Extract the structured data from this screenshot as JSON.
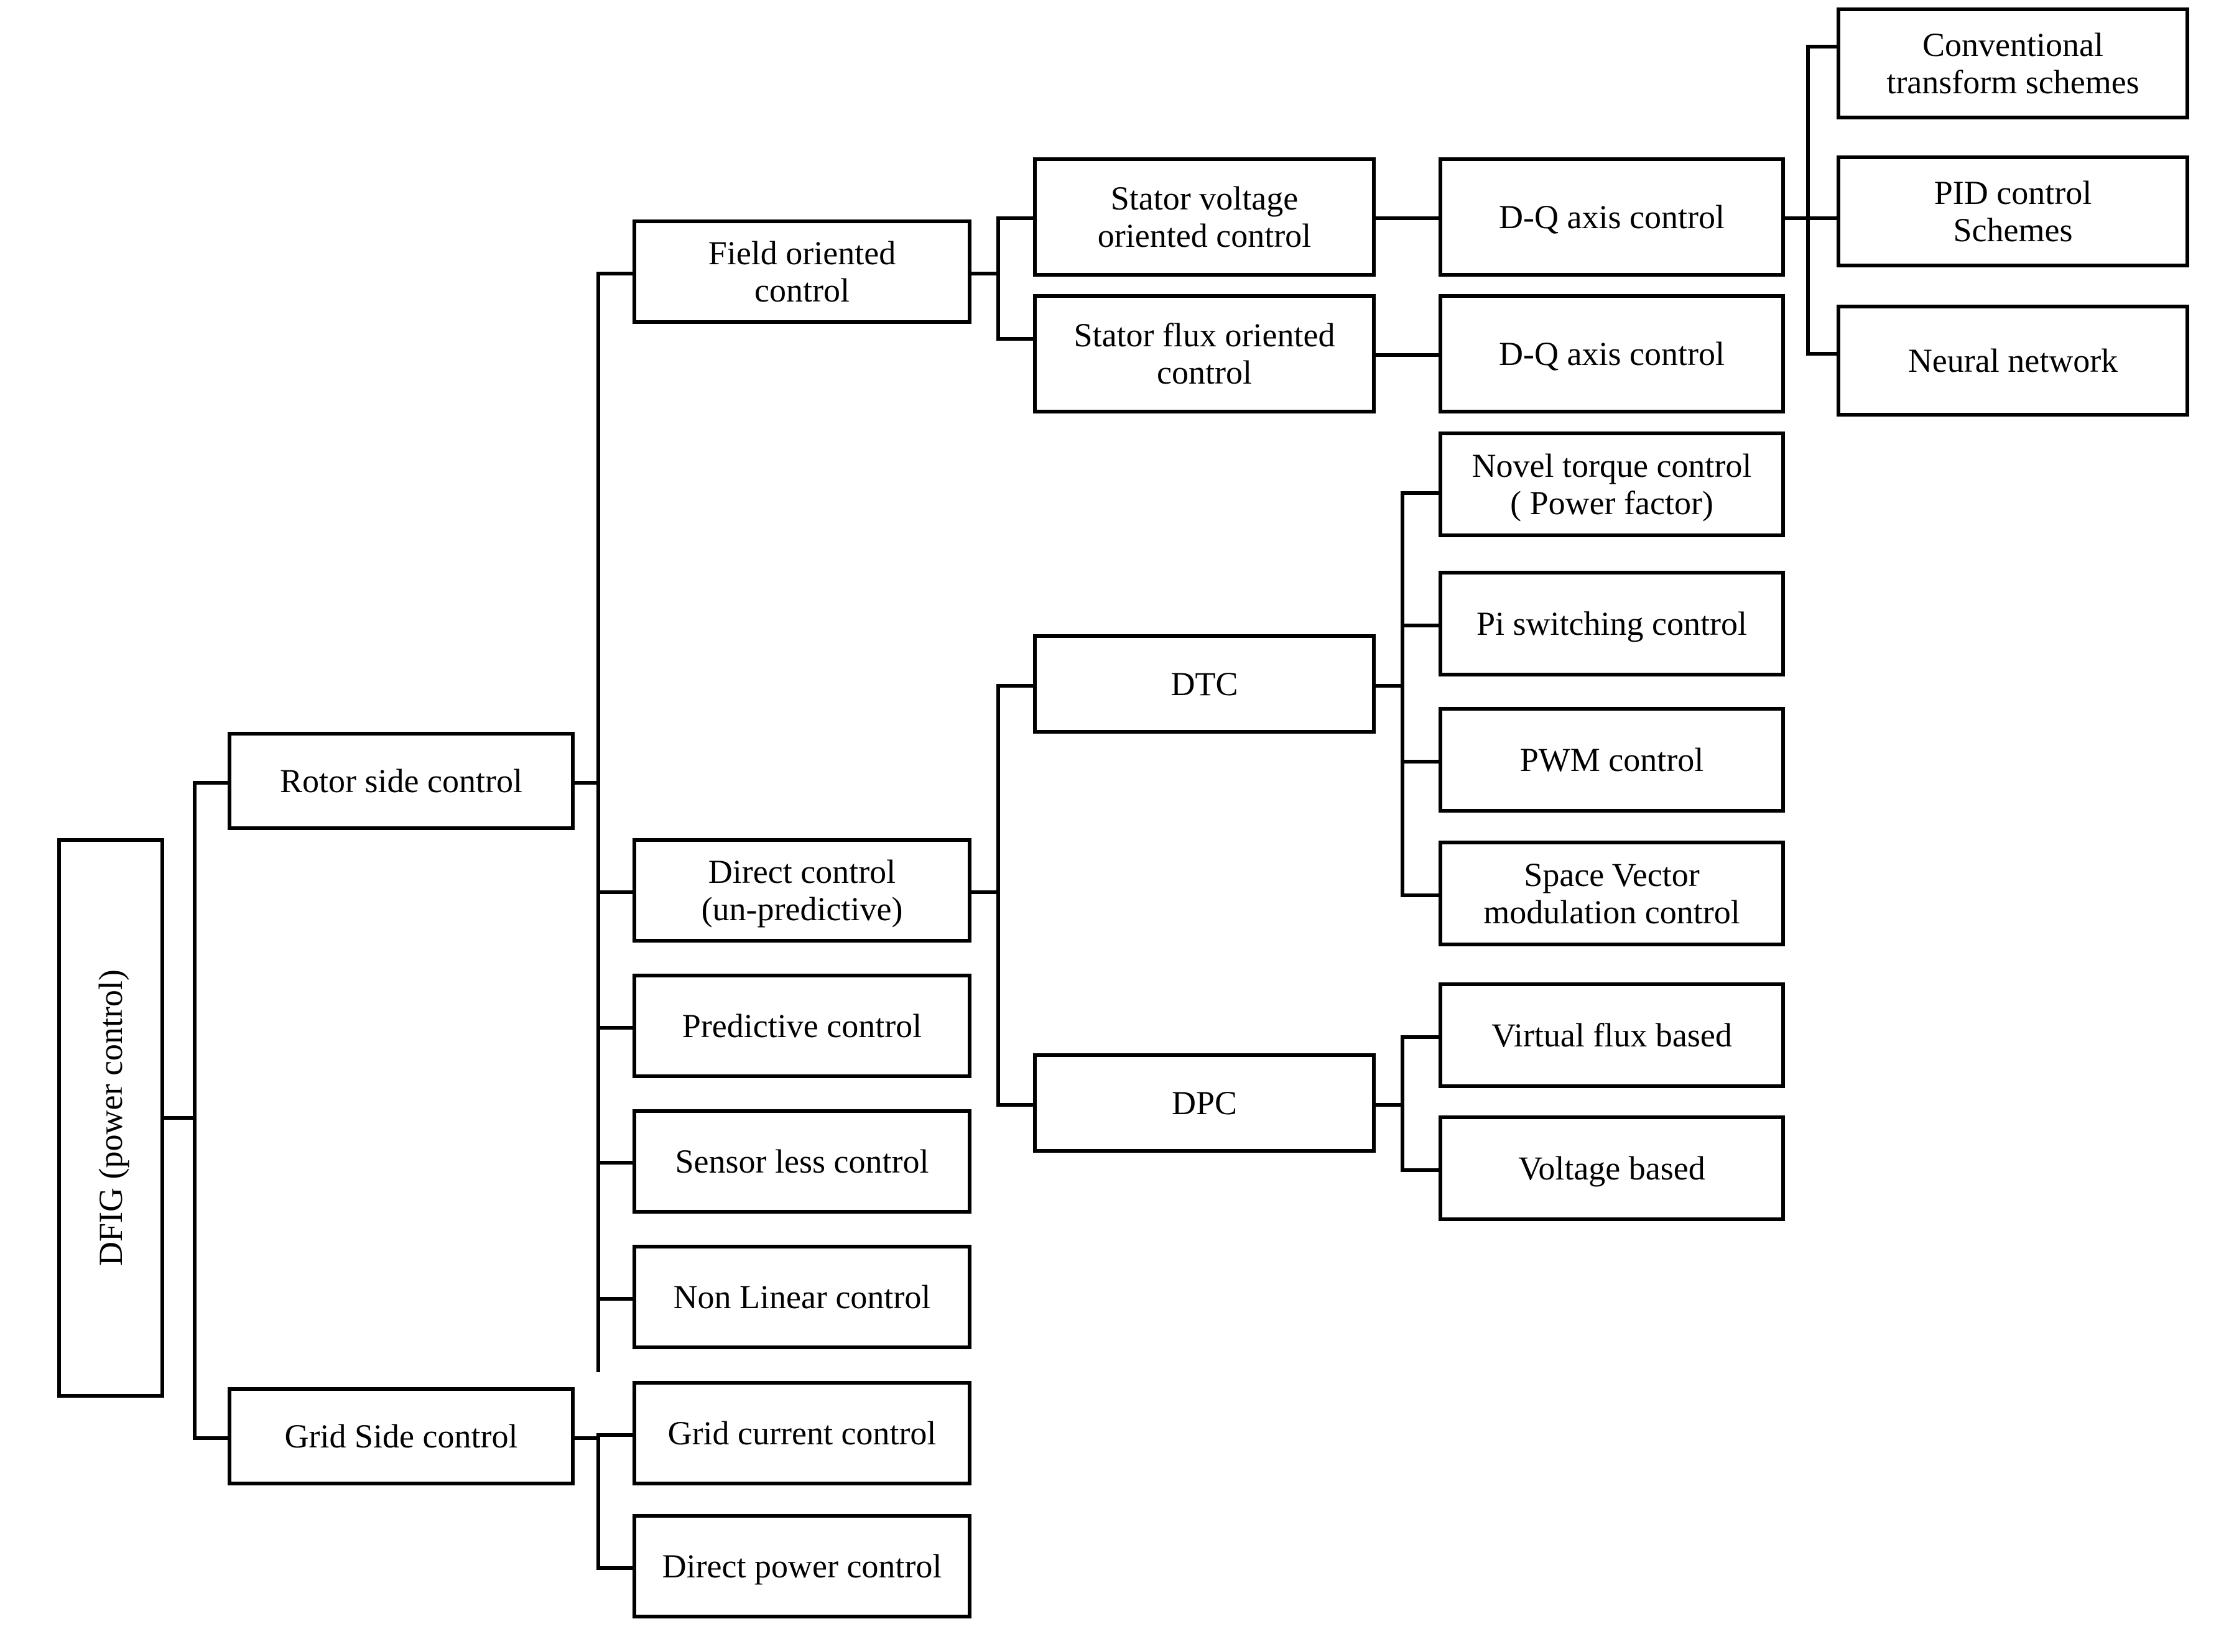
{
  "diagram": {
    "title": "DFIG (power control) classification tree",
    "orientation": "left-to-right horizontal tree",
    "line_color": "#000000",
    "box_fill": "#ffffff",
    "box_border_color": "#000000"
  },
  "nodes": {
    "root": "DFIG (power control)",
    "rotor_side": "Rotor side control",
    "grid_side": "Grid Side control",
    "field_oriented": "Field oriented\ncontrol",
    "direct_control": "Direct control\n(un-predictive)",
    "predictive": "Predictive control",
    "sensorless": "Sensor less control",
    "nonlinear": "Non Linear control",
    "grid_current": "Grid current control",
    "direct_power": "Direct power control",
    "stator_voltage_oriented": "Stator voltage\noriented control",
    "stator_flux_oriented": "Stator flux oriented\ncontrol",
    "dq_axis_1": "D-Q axis control",
    "dq_axis_2": "D-Q axis control",
    "conventional_transform": "Conventional\ntransform schemes",
    "pid_control": "PID control\nSchemes",
    "neural_network": "Neural network",
    "dtc": "DTC",
    "dpc": "DPC",
    "novel_torque": "Novel torque control\n( Power factor)",
    "pi_switching": "Pi switching control",
    "pwm": "PWM control",
    "space_vector": "Space Vector\nmodulation control",
    "virtual_flux": "Virtual flux based",
    "voltage_based": "Voltage based"
  },
  "tree": {
    "root_label": "DFIG (power control)",
    "children": [
      {
        "label": "Rotor side control",
        "children": [
          {
            "label": "Field oriented control",
            "children": [
              {
                "label": "Stator voltage oriented control",
                "children": [
                  {
                    "label": "D-Q axis control",
                    "children": [
                      {
                        "label": "Conventional transform schemes"
                      },
                      {
                        "label": "PID control Schemes"
                      },
                      {
                        "label": "Neural network"
                      }
                    ]
                  }
                ]
              },
              {
                "label": "Stator flux oriented control",
                "children": [
                  {
                    "label": "D-Q axis control"
                  }
                ]
              }
            ]
          },
          {
            "label": "Direct control (un-predictive)",
            "children": [
              {
                "label": "DTC",
                "children": [
                  {
                    "label": "Novel torque control ( Power factor)"
                  },
                  {
                    "label": "Pi switching control"
                  },
                  {
                    "label": "PWM control"
                  },
                  {
                    "label": "Space Vector modulation control"
                  }
                ]
              },
              {
                "label": "DPC",
                "children": [
                  {
                    "label": "Virtual flux based"
                  },
                  {
                    "label": "Voltage based"
                  }
                ]
              }
            ]
          },
          {
            "label": "Predictive control"
          },
          {
            "label": "Sensor less control"
          },
          {
            "label": "Non Linear control"
          }
        ]
      },
      {
        "label": "Grid Side control",
        "children": [
          {
            "label": "Grid current control"
          },
          {
            "label": "Direct power control"
          }
        ]
      }
    ]
  }
}
